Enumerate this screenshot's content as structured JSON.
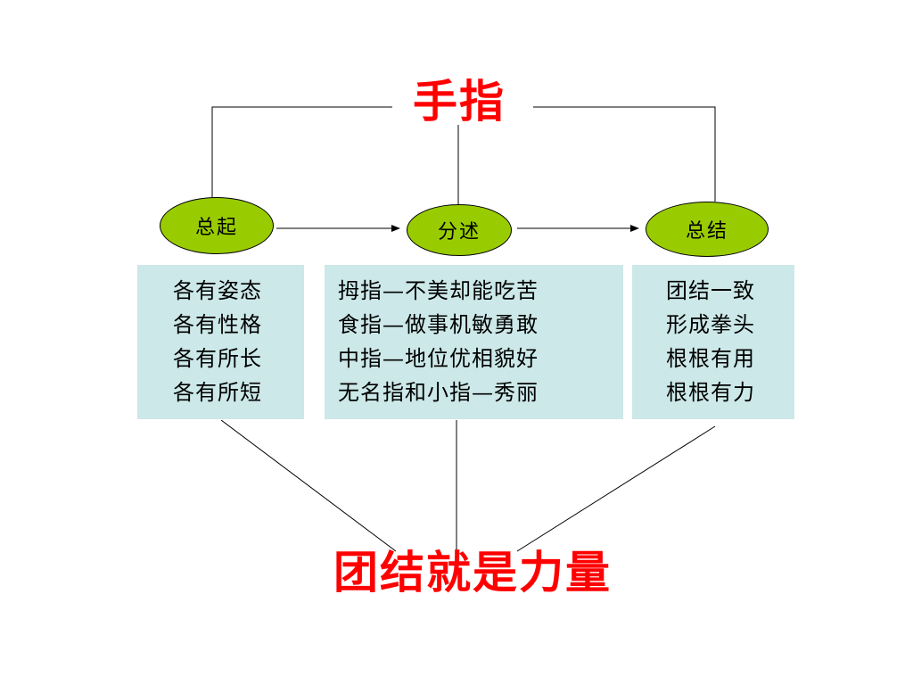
{
  "diagram": {
    "title": "手指",
    "nodes": [
      {
        "label": "总起"
      },
      {
        "label": "分述"
      },
      {
        "label": "总结"
      }
    ],
    "boxes": [
      {
        "lines": [
          "各有姿态",
          "各有性格",
          "各有所长",
          "各有所短"
        ]
      },
      {
        "lines": [
          "拇指—不美却能吃苦",
          "食指—做事机敏勇敢",
          "中指—地位优相貌好",
          "无名指和小指—秀丽"
        ]
      },
      {
        "lines": [
          "团结一致",
          "形成拳头",
          "根根有用",
          "根根有力"
        ]
      }
    ],
    "conclusion": "团结就是力量"
  },
  "colors": {
    "title": "#ff0000",
    "node_fill": "#99cc00",
    "box_fill": "#cce8e8",
    "line": "#000000"
  }
}
